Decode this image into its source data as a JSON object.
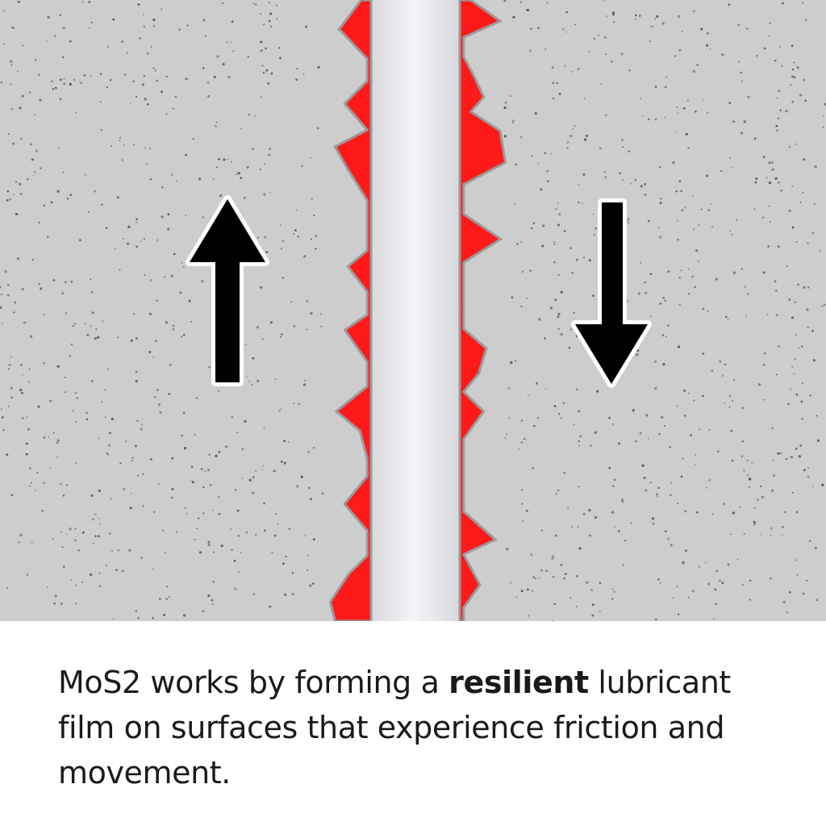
{
  "caption": {
    "before": "MoS2 works by forming a ",
    "bold": "resilient",
    "after": " lubricant film on surfaces that experience friction and movement."
  },
  "colors": {
    "surface": "#cdcdcd",
    "lubricant_film": "#ff1a1a",
    "film_edge": "#9a9a9a",
    "gap_highlight": "#f2f3f6",
    "arrow": "#000000",
    "arrow_outline": "#ffffff"
  },
  "icons": {
    "left_arrow": "arrow-up-icon",
    "right_arrow": "arrow-down-icon"
  }
}
